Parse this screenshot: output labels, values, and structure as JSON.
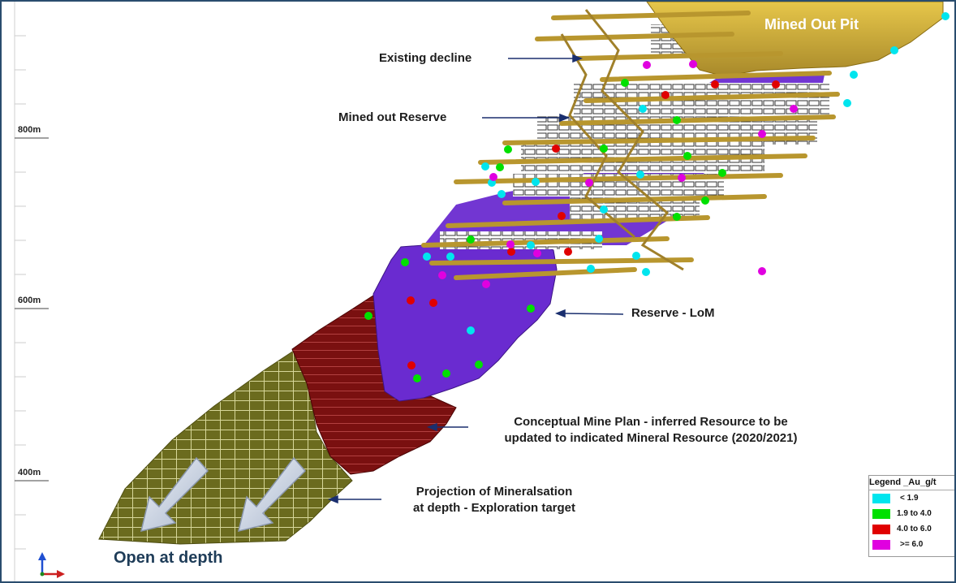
{
  "elevation_labels": [
    "800m",
    "600m",
    "400m"
  ],
  "annotations": {
    "existing_decline": "Existing decline",
    "mined_out_reserve": "Mined out Reserve",
    "reserve_lom": "Reserve - LoM",
    "conceptual_plan": [
      "Conceptual Mine Plan - inferred Resource to be",
      "updated to indicated Mineral Resource (2020/2021)"
    ],
    "projection": [
      "Projection of Mineralsation",
      "at depth - Exploration target"
    ],
    "mined_out_pit": "Mined Out Pit",
    "open_at_depth": "Open at depth"
  },
  "legend": {
    "title": "Legend _Au_g/t",
    "items": [
      {
        "label": "< 1.9",
        "color": "#00e5ee"
      },
      {
        "label": "1.9 to 4.0",
        "color": "#00e000"
      },
      {
        "label": "4.0 to 6.0",
        "color": "#e00000"
      },
      {
        "label": ">= 6.0",
        "color": "#e000e0"
      }
    ]
  },
  "colors": {
    "pit": "#d4af37",
    "reserve": "#6a2bd0",
    "inferred": "#7a1010",
    "exploration": "#6b6b1e",
    "development": "#b8962e",
    "arrow": "#1a2f6e"
  }
}
